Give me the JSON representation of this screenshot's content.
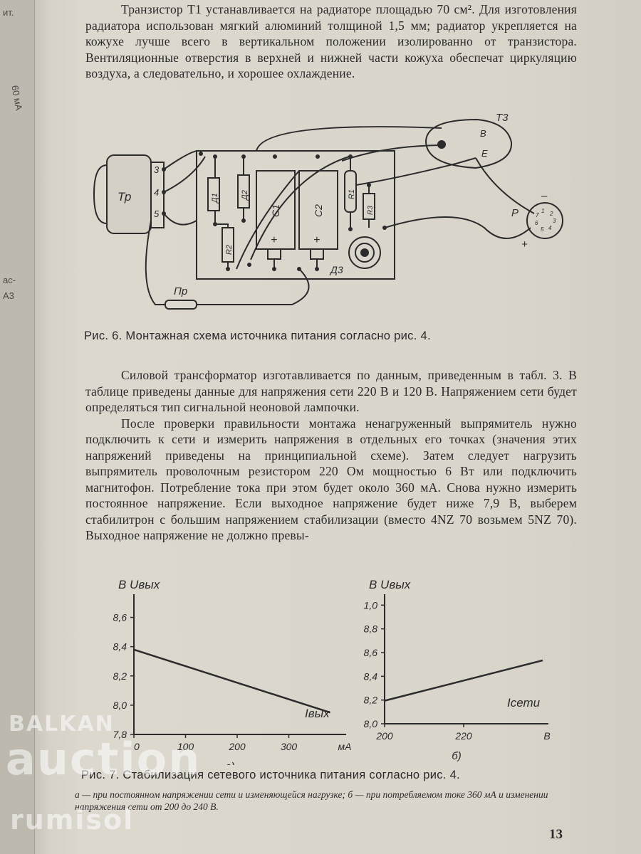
{
  "left_margin_fragments": [
    "ит.",
    "60 мА",
    "ас-",
    "А3"
  ],
  "top_paragraph": "Транзистор Т1 устанавливается на радиаторе площадью 70 см². Для изготовления радиатора использован мягкий алюминий толщиной 1,5 мм; радиатор укрепляется на кожухе лучше всего в вертикальном положении изолированно от транзистора. Вентиляционные отверстия в верхней и нижней части кожуха обеспечат циркуляцию воздуха, а следовательно, и хорошее охлаждение.",
  "schematic": {
    "transformer": "Тр",
    "pins": [
      "3",
      "4",
      "5"
    ],
    "fuse": "Пр",
    "diodes": [
      "Д1",
      "Д2"
    ],
    "resistors": [
      "R2",
      "R1",
      "R3"
    ],
    "capacitors": [
      "C1",
      "C2"
    ],
    "plus": "+",
    "zener": "Д3",
    "transistor": "Т3",
    "transistor_pins": [
      "B",
      "E"
    ],
    "connector": "Р",
    "connector_pins": [
      "1",
      "2",
      "3",
      "4",
      "5",
      "6",
      "7"
    ],
    "minus": "–"
  },
  "figure6_caption": "Рис. 6. Монтажная схема источника питания согласно рис. 4.",
  "body_paragraphs": [
    "Силовой трансформатор изготавливается по данным, приведенным в табл. 3. В таблице приведены данные для напряжения сети 220 В и 120 В. Напряжением сети будет определяться тип сигнальной неоновой лампочки.",
    "После проверки правильности монтажа ненагруженный выпрямитель нужно подключить к сети и измерить напряжения в отдельных его точках (значения этих напряжений приведены на принципиальной схеме). Затем следует нагрузить выпрямитель проволочным резистором 220 Ом мощностью 6 Вт или подключить магнитофон. Потребление тока при этом будет около 360 мА. Снова нужно измерить постоянное напряжение. Если выходное напряжение будет ниже 7,9 В, выберем стабилитрон с большим напряжением стабилизации (вместо 4NZ 70 возьмем 5NZ 70). Выходное напряжение не должно превы-"
  ],
  "chart_data": [
    {
      "type": "line",
      "title": "а)",
      "ylabel": "В  Uвых",
      "xlabel": "Iвых",
      "x_unit": "мА",
      "x_ticks": [
        "0",
        "100",
        "200",
        "300"
      ],
      "y_ticks": [
        "7,8",
        "8,0",
        "8,2",
        "8,4",
        "8,6"
      ],
      "xlim": [
        0,
        400
      ],
      "ylim": [
        7.8,
        8.7
      ],
      "series": [
        {
          "x": [
            0,
            380
          ],
          "y": [
            8.38,
            7.95
          ]
        }
      ]
    },
    {
      "type": "line",
      "title": "б)",
      "ylabel": "В  Uвых",
      "xlabel": "Iсети",
      "x_unit": "В",
      "x_ticks": [
        "200",
        "220"
      ],
      "y_ticks": [
        "8,0",
        "8,2",
        "8,4",
        "8,6",
        "8,8",
        "1,0"
      ],
      "xlim": [
        200,
        240
      ],
      "ylim": [
        8.0,
        9.05
      ],
      "series": [
        {
          "x": [
            200,
            240
          ],
          "y": [
            8.2,
            8.55
          ]
        }
      ]
    }
  ],
  "figure7_caption": "Рис. 7. Стабилизация сетевого источника питания согласно рис. 4.",
  "figure7_note": "а — при постоянном напряжении сети и изменяющейся нагрузке; б — при потребляемом токе 360 мА и изменении напряжения сети от 200 до 240 В.",
  "page_number": "13",
  "watermarks": [
    "BALKAN",
    "auction",
    "rumisol"
  ]
}
